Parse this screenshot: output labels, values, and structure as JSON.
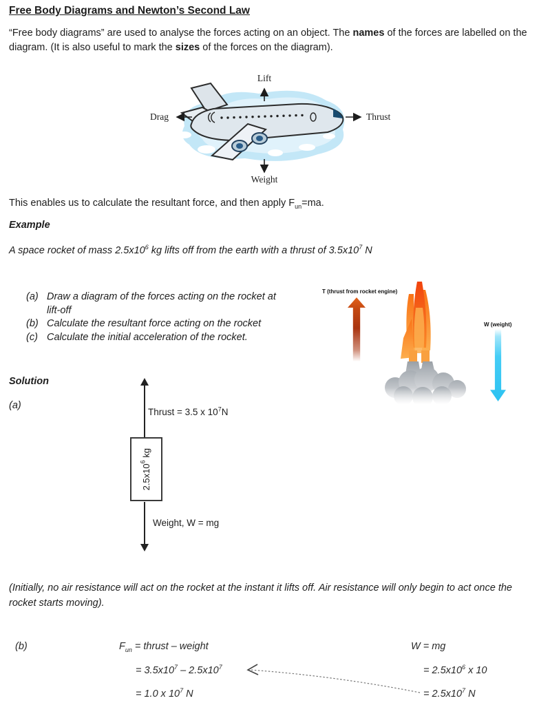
{
  "doc": {
    "title": "Free Body Diagrams and Newton’s Second Law",
    "intro": {
      "t1": "“Free body diagrams” are used to analyse the forces acting on an object.  The ",
      "b1": "names",
      "t2": " of the forces are labelled on the diagram.  (It is also useful to mark the ",
      "b2": "sizes",
      "t3": " of the forces on the diagram)."
    },
    "plane": {
      "lift": "Lift",
      "drag": "Drag",
      "thrust": "Thrust",
      "weight": "Weight"
    },
    "resultant": {
      "t1": "This enables us to calculate the resultant force, and then apply F",
      "sub": "un",
      "t2": "=ma."
    },
    "example_heading": "Example",
    "problem": {
      "t1": "A space rocket of mass 2.5x10",
      "s1": "6",
      "t2": " kg lifts off from the earth with a thrust of 3.5x10",
      "s2": "7",
      "t3": " N"
    },
    "tasks": [
      {
        "label": "(a)",
        "text": "Draw a diagram of the forces acting on the rocket at lift-off"
      },
      {
        "label": "(b)",
        "text": "Calculate the resultant force acting on the rocket"
      },
      {
        "label": "(c)",
        "text": "Calculate the initial acceleration of the rocket."
      }
    ],
    "rocket": {
      "thrust_label": "T (thrust from rocket engine)",
      "weight_label": "W (weight)"
    },
    "solution_heading": "Solution",
    "part_a_label": "(a)",
    "fbd": {
      "thrust": {
        "t1": "Thrust = 3.5 x 10",
        "sup": "7",
        "t2": "N"
      },
      "mass": {
        "t1": "2.5x10",
        "sup": "6",
        "t2": " kg"
      },
      "weight": "Weight, W = mg"
    },
    "note": "(Initially, no air resistance will act on the rocket at the instant it lifts off.  Air resistance will only begin to act once the rocket starts moving).",
    "part_b_label": "(b)",
    "eq": {
      "left": {
        "l1a": "F",
        "l1sub": "un",
        "l1b": " = thrust – weight",
        "l2a": "= 3.5x10",
        "l2s1": "7",
        "l2b": " – 2.5x10",
        "l2s2": "7",
        "l3a": "= 1.0 x 10",
        "l3s": "7",
        "l3b": " N"
      },
      "right": {
        "r1": "W = mg",
        "r2a": "= 2.5x10",
        "r2s": "6",
        "r2b": " x 10",
        "r3a": "= 2.5x10",
        "r3s": "7",
        "r3b": " N"
      }
    }
  },
  "colors": {
    "thrust_arrow_top": "#e2611a",
    "thrust_arrow_main": "#a93511",
    "weight_arrow": "#45cdf6",
    "flame_red": "#f1430d",
    "flame_orange": "#f97d1f",
    "flame_light": "#fcae4e",
    "smoke_gray": "#a7adb3",
    "sky_blue": "#c3e7f7"
  }
}
